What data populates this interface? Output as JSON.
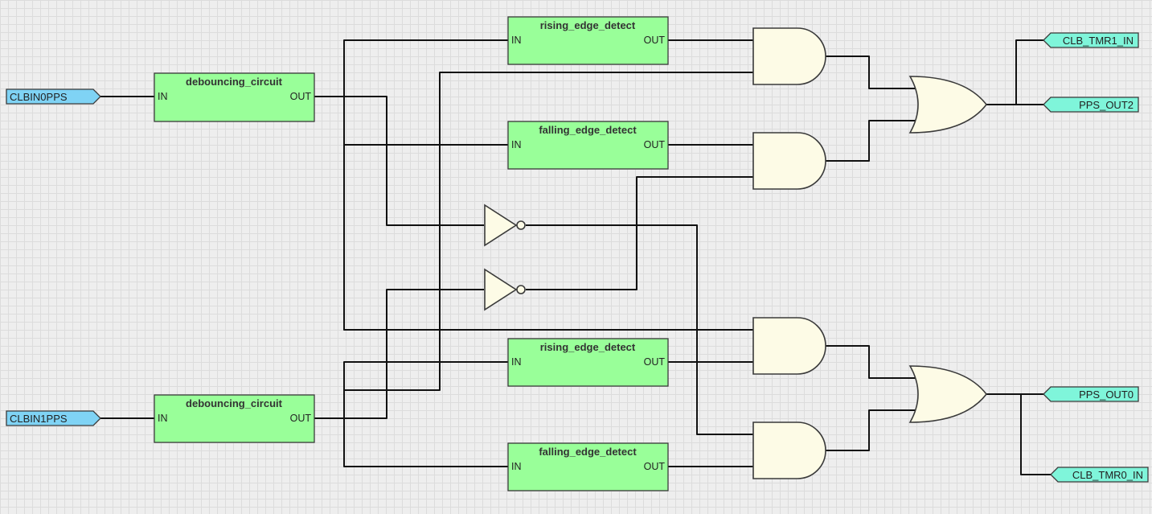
{
  "input_pins": [
    {
      "id": "in0",
      "label": "CLBIN0PPS"
    },
    {
      "id": "in1",
      "label": "CLBIN1PPS"
    }
  ],
  "output_pins": [
    {
      "id": "out_tmr1",
      "label": "CLB_TMR1_IN"
    },
    {
      "id": "out_pps2",
      "label": "PPS_OUT2"
    },
    {
      "id": "out_pps0",
      "label": "PPS_OUT0"
    },
    {
      "id": "out_tmr0",
      "label": "CLB_TMR0_IN"
    }
  ],
  "blocks": [
    {
      "id": "deb0",
      "title": "debouncing_circuit",
      "in_label": "IN",
      "out_label": "OUT"
    },
    {
      "id": "re0",
      "title": "rising_edge_detect",
      "in_label": "IN",
      "out_label": "OUT"
    },
    {
      "id": "fe0",
      "title": "falling_edge_detect",
      "in_label": "IN",
      "out_label": "OUT"
    },
    {
      "id": "deb1",
      "title": "debouncing_circuit",
      "in_label": "IN",
      "out_label": "OUT"
    },
    {
      "id": "re1",
      "title": "rising_edge_detect",
      "in_label": "IN",
      "out_label": "OUT"
    },
    {
      "id": "fe1",
      "title": "falling_edge_detect",
      "in_label": "IN",
      "out_label": "OUT"
    }
  ],
  "gates": {
    "and": [
      "and_a",
      "and_b",
      "and_c",
      "and_d"
    ],
    "or": [
      "or_top",
      "or_bottom"
    ],
    "not": [
      "not_a",
      "not_b"
    ]
  },
  "colors": {
    "input_pin": "#7fd3f5",
    "output_pin": "#7ff5da",
    "block": "#99ff99",
    "gate": "#fdfbe6",
    "wire": "#111111"
  }
}
